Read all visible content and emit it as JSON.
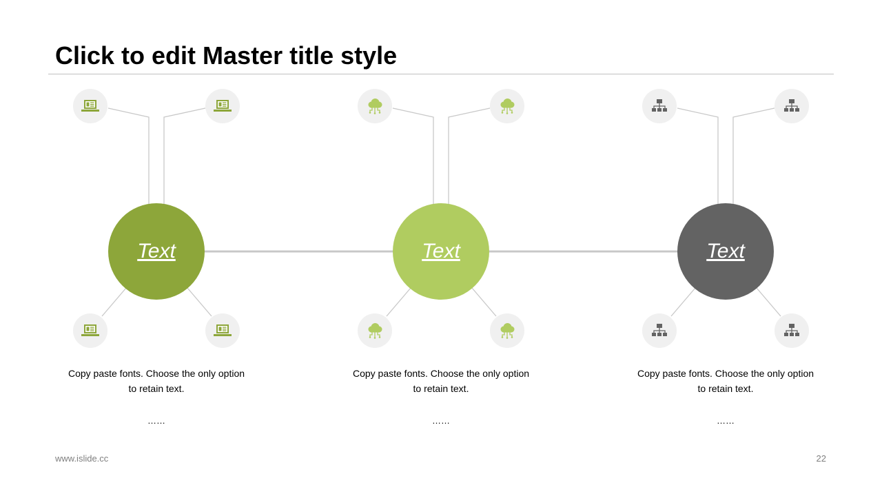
{
  "title": "Click to edit Master title style",
  "colors": {
    "hub_dark_green": "#8da63a",
    "hub_light_green": "#b0cc60",
    "hub_gray": "#636363",
    "leaf_bg": "#f0f0f0",
    "connector": "#c8c8c8"
  },
  "groups": [
    {
      "hub_label": "Text",
      "icon": "laptop-icon",
      "description": "Copy paste fonts. Choose the only option to retain text.",
      "ellipsis": "……"
    },
    {
      "hub_label": "Text",
      "icon": "cloud-network-icon",
      "description": "Copy paste fonts. Choose the only option to retain text.",
      "ellipsis": "……"
    },
    {
      "hub_label": "Text",
      "icon": "org-chart-icon",
      "description": "Copy paste fonts. Choose the only option to retain text.",
      "ellipsis": "……"
    }
  ],
  "footer": {
    "website": "www.islide.cc",
    "page_number": "22"
  }
}
